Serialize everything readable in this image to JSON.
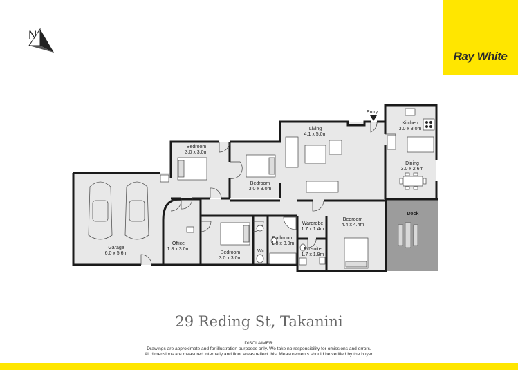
{
  "brand": {
    "name": "Ray White",
    "color": "#ffe600"
  },
  "compass": {
    "letter": "N",
    "icon": "north-arrow-icon"
  },
  "rooms": {
    "kitchen": {
      "name": "Kitchen",
      "size": "3.0 x 3.0m"
    },
    "dining": {
      "name": "Dining",
      "size": "3.0 x 2.6m"
    },
    "living": {
      "name": "Living",
      "size": "4.1 x 5.0m"
    },
    "entry": {
      "name": "Entry"
    },
    "bedroom1": {
      "name": "Bedroom",
      "size": "3.0 x 3.0m"
    },
    "bedroom2": {
      "name": "Bedroom",
      "size": "3.0 x 3.0m"
    },
    "garage": {
      "name": "Garage",
      "size": "6.0 x 5.6m"
    },
    "office": {
      "name": "Office",
      "size": "1.8 x 3.0m"
    },
    "bedroom3": {
      "name": "Bedroom",
      "size": "3.0 x 3.0m"
    },
    "wc": {
      "name": "Wc"
    },
    "bathroom": {
      "name": "Bathroom",
      "size": "1.8 x 3.0m"
    },
    "wardrobe": {
      "name": "Wardrobe",
      "size": "1.7 x 1.4m"
    },
    "ensuite": {
      "name": "En suite",
      "size": "1.7 x 1.9m"
    },
    "bedroom4": {
      "name": "Bedroom",
      "size": "4.4 x 4.4m"
    },
    "deck": {
      "name": "Deck"
    }
  },
  "address": "29 Reding St, Takanini",
  "disclaimer": {
    "title": "DISCLAIMER:",
    "line1": "Drawings are approximate and for illustration purposes only. We take no responsibility for omissions and errors.",
    "line2": "All dimensions are measured internally and floor areas reflect this. Measurements should be verified by the buyer."
  },
  "colors": {
    "floor": "#e8e8e8",
    "deck": "#9c9c9c",
    "wall": "#1a1a1a",
    "accent": "#ffe600"
  }
}
